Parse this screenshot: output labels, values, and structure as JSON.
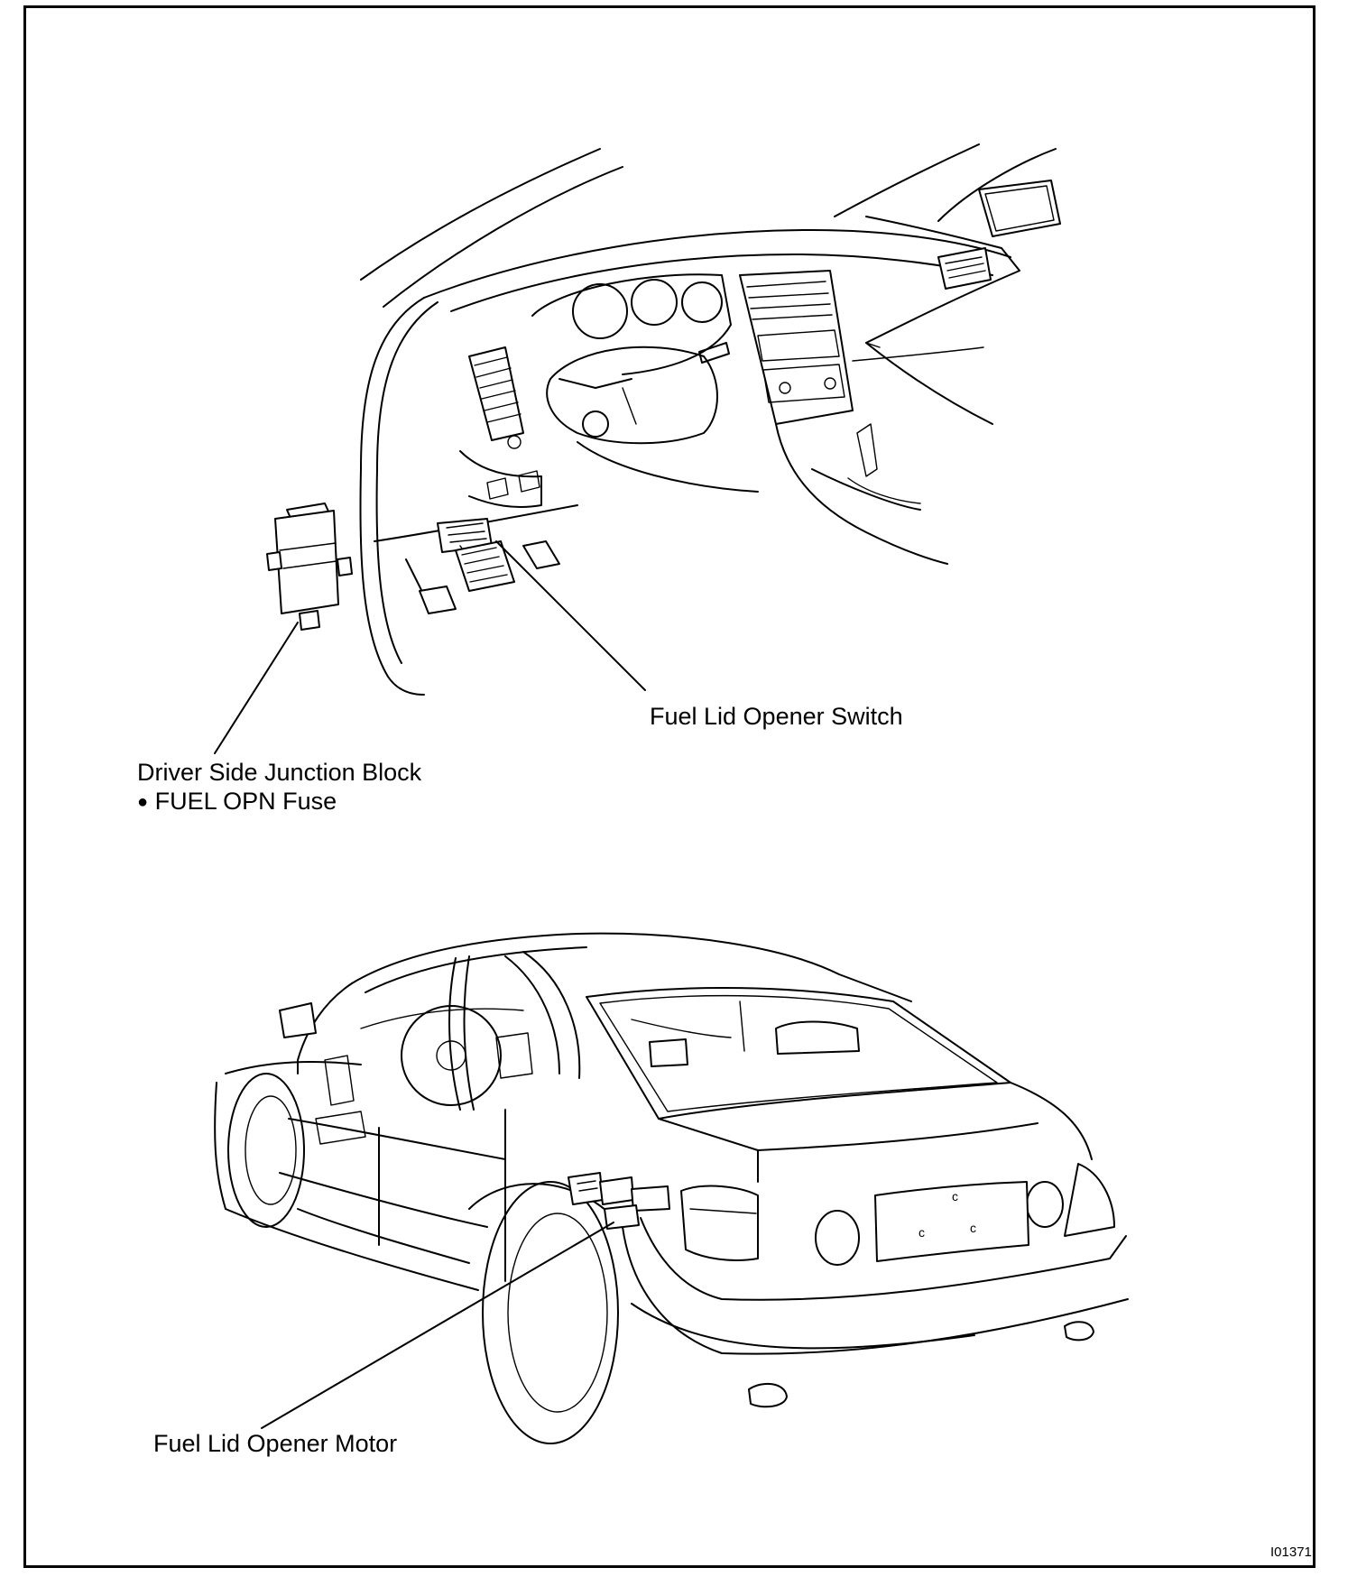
{
  "labels": {
    "driver_side_junction_block": "Driver Side Junction Block",
    "fuel_opn_fuse": "FUEL OPN Fuse",
    "fuel_lid_opener_switch": "Fuel Lid Opener Switch",
    "fuel_lid_opener_motor": "Fuel Lid Opener Motor",
    "bullet": "●"
  },
  "figure_id": "I01371",
  "rear_emblem_letters": [
    "c",
    "c",
    "c"
  ],
  "colors": {
    "line": "#000000",
    "background": "#ffffff"
  }
}
